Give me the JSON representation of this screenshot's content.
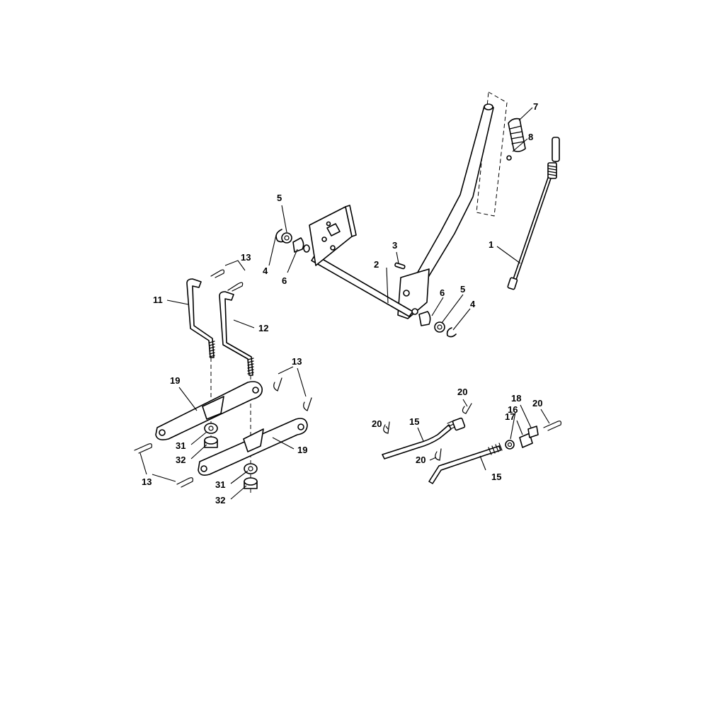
{
  "callouts": {
    "c1": "1",
    "c2": "2",
    "c3": "3",
    "c4a": "4",
    "c4b": "4",
    "c5a": "5",
    "c5b": "5",
    "c6a": "6",
    "c6b": "6",
    "c7": "7",
    "c8": "8",
    "c11": "11",
    "c12": "12",
    "c13a": "13",
    "c13b": "13",
    "c13c": "13",
    "c15a": "15",
    "c15b": "15",
    "c16": "16",
    "c17": "17",
    "c18": "18",
    "c19a": "19",
    "c19b": "19",
    "c20a": "20",
    "c20b": "20",
    "c20c": "20",
    "c20d": "20",
    "c31a": "31",
    "c31b": "31",
    "c32a": "32",
    "c32b": "32"
  }
}
